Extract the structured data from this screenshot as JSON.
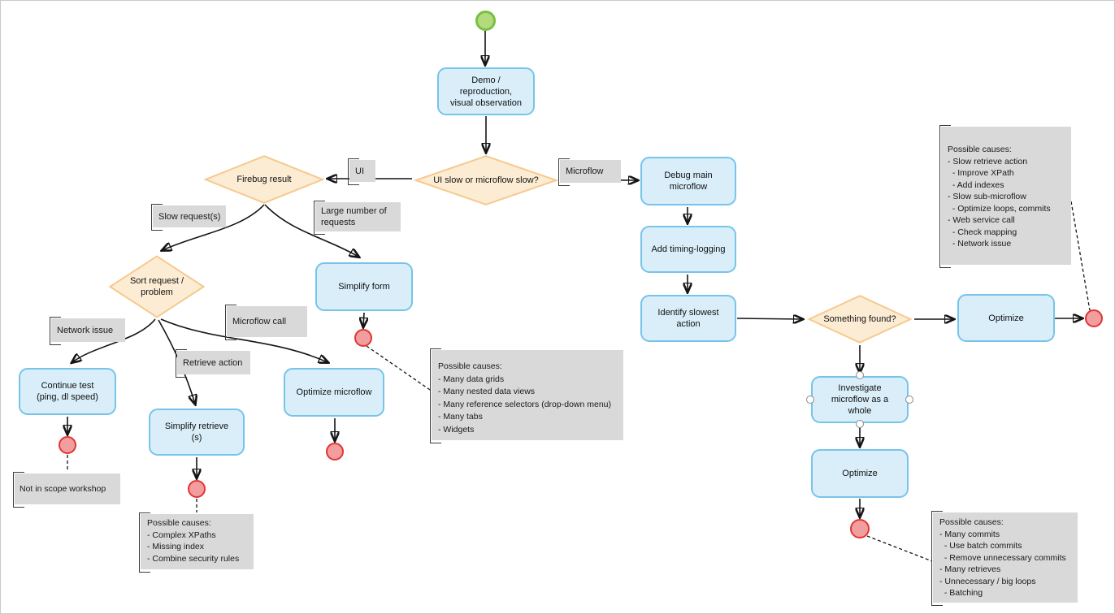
{
  "diagram": {
    "colors": {
      "process_fill": "#d9eef9",
      "process_border": "#77c4ea",
      "decision_fill": "#fdecd4",
      "decision_border": "#f6c98e",
      "note_fill": "#d9d9d9",
      "start_fill": "#b4da80",
      "start_border": "#77c13f",
      "end_fill": "#f29e9e",
      "end_border": "#e23434"
    },
    "nodes": {
      "demo": {
        "label": "Demo /\nreproduction,\nvisual observation"
      },
      "ui_slow": {
        "label": "UI slow or microflow slow?"
      },
      "firebug": {
        "label": "Firebug result"
      },
      "sort": {
        "label": "Sort request /\nproblem"
      },
      "continue_test": {
        "label": "Continue test\n(ping, dl speed)"
      },
      "simplify_retrieve": {
        "label": "Simplify retrieve\n(s)"
      },
      "simplify_form": {
        "label": "Simplify form"
      },
      "optimize_microflow": {
        "label": "Optimize microflow"
      },
      "debug_main": {
        "label": "Debug main\nmicroflow"
      },
      "add_timing": {
        "label": "Add timing-logging"
      },
      "identify_slowest": {
        "label": "Identify slowest\naction"
      },
      "something_found": {
        "label": "Something found?"
      },
      "optimize_ui": {
        "label": "Optimize"
      },
      "investigate_whole": {
        "label": "Investigate\nmicroflow as a\nwhole"
      },
      "optimize_whole": {
        "label": "Optimize"
      }
    },
    "edge_labels": {
      "ui": "UI",
      "microflow": "Microflow",
      "slow_requests": "Slow request(s)",
      "large_number": "Large number of\nrequests",
      "network_issue": "Network issue",
      "retrieve_action": "Retrieve action",
      "microflow_call": "Microflow call"
    },
    "notes": {
      "not_in_scope": "Not in scope workshop",
      "retrieve_causes": "Possible causes:\n- Complex XPaths\n- Missing index\n- Combine security rules",
      "form_causes": "Possible causes:\n- Many data grids\n- Many nested data views\n- Many reference selectors (drop-down menu)\n- Many tabs\n- Widgets",
      "microflow_causes": "Possible causes:\n- Slow retrieve action\n  - Improve XPath\n  - Add indexes\n- Slow sub-microflow\n  - Optimize loops, commits\n- Web service call\n  - Check mapping\n  - Network issue",
      "whole_causes": "Possible causes:\n- Many commits\n  - Use batch commits\n  - Remove unnecessary commits\n- Many retrieves\n- Unnecessary / big loops\n  - Batching"
    }
  }
}
